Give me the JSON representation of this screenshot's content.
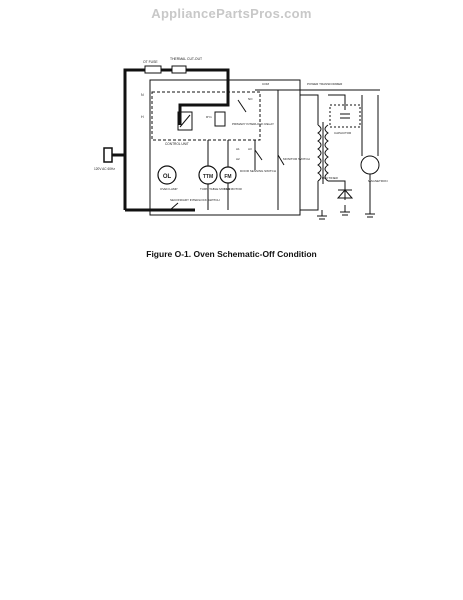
{
  "watermark": "AppliancePartsPros.com",
  "caption": "Figure O-1. Oven Schematic-Off Condition",
  "labels": {
    "ot_fuse": "OT FUSE",
    "thermal_cutout": "THERMAL CUT-OUT",
    "n_lead": "N",
    "h_lead": "H",
    "supply": "120V AC 60Hz",
    "control_unit": "CONTROL UNIT",
    "primary_relay": "PRIMARY INTERLOCK RELAY",
    "door_sensing_switch": "DOOR SENSING SWITCH",
    "monitor_switch": "MONITOR SWITCH",
    "power_transformer": "POWER TRANSFORMER",
    "capacitor": "CAPACITOR",
    "rectifier": "RECTIFIER",
    "magnetron": "MAGNETRON",
    "oven_lamp": "OVEN LAMP",
    "turntable_motor": "TURN TABLE MOTOR",
    "fan_motor": "FAN MOTOR",
    "secondary_switch": "SECONDARY INTERLOCK SWITCH",
    "cook_relay": "RY1",
    "com": "COM",
    "no": "NO",
    "ol": "OL",
    "ttm": "TTM",
    "fm": "FM",
    "t1": "A1",
    "t2": "A2",
    "t3": "A3"
  }
}
